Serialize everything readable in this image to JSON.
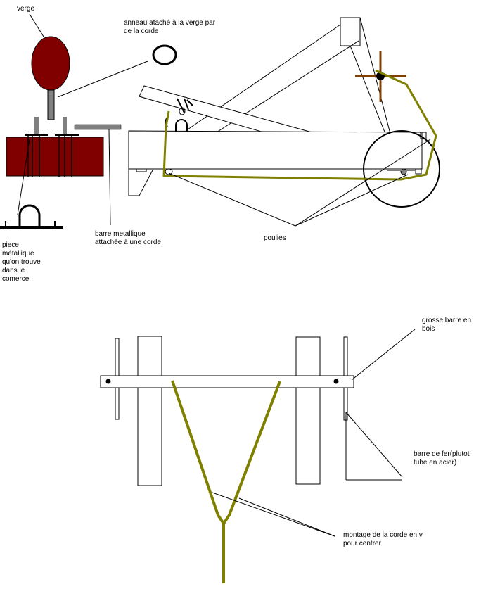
{
  "labels": {
    "verge": "verge",
    "anneau": "anneau ataché à la verge par\nde la corde",
    "piece": "piece\nmétallique\nqu'on trouve\ndans le\ncomerce",
    "barre_metal": "barre metallique\nattachée à une corde",
    "poulies": "poulies",
    "grosse_barre": "grosse barre en\nbois",
    "barre_fer": "barre de fer(plutot\ntube en acier)",
    "montage": "montage de la corde en v\npour centrer"
  },
  "colors": {
    "verge_head": "#800000",
    "block": "#800000",
    "rod": "#808080",
    "cord": "#808000",
    "cross": "#804000",
    "line": "#000000"
  }
}
